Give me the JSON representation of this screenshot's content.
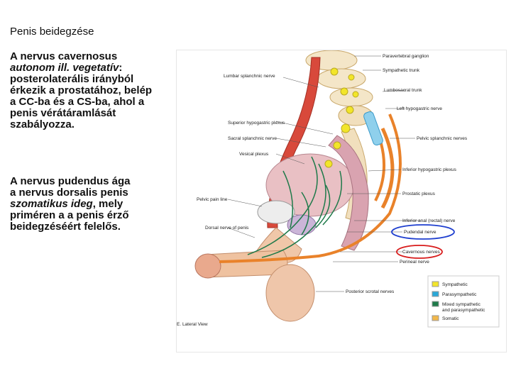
{
  "slide": {
    "title": "Penis beidegzése",
    "para1": {
      "line1": "A nervus cavernosus",
      "line2_italic": "autonom ill. vegetatív",
      "line2_rest": ":",
      "line3": "posterolaterális irányból",
      "line4": "érkezik a prostatához, belép",
      "line5": "a CC-ba és a CS-ba, ahol a",
      "line6": "penis vérátáramlását",
      "line7": "szabályozza."
    },
    "para2": {
      "line1": "A nervus pudendus ága",
      "line2": "a nervus dorsalis penis",
      "line3_italic": "szomatikus ideg",
      "line3_rest": ", mely",
      "line4": "priméren a a penis érző",
      "line5": "beidegzéséért felelős."
    }
  },
  "figure": {
    "labels": {
      "paravertebral": "Paravertebral ganglion",
      "sympathetic_trunk": "Sympathetic trunk",
      "lumbar_splanchnic": "Lumbar splanchnic nerve",
      "lumbosacral_trunk": "Lumbosacral trunk",
      "left_hypogastric": "Left hypogastric nerve",
      "superior_hypogastric": "Superior hypogastric plexus",
      "sacral_splanchnic": "Sacral splanchnic nerve",
      "pelvic_splanchnic": "Pelvic splanchnic nerves",
      "vesical_plexus": "Vesical plexus",
      "inferior_hypogastric": "Inferior hypogastric plexus",
      "prostatic_plexus": "Prostatic plexus",
      "pelvic_pain_line": "Pelvic pain line",
      "inferior_anal": "Inferior anal (rectal) nerve",
      "pudendal": "Pudendal nerve",
      "dorsal_nerve": "Dorsal nerve of penis",
      "cavernous": "Cavernous nerves",
      "perineal": "Perineal nerve",
      "posterior_scrotal": "Posterior scrotal nerves",
      "view": "E. Lateral View"
    },
    "legend": [
      {
        "label": "Sympathetic",
        "color": "#f2e52a"
      },
      {
        "label": "Parasympathetic",
        "color": "#2aa8d8"
      },
      {
        "label": "Mixed sympathetic",
        "color": "#1f7a4a"
      },
      {
        "label": "and parasympathetic",
        "color": ""
      },
      {
        "label": "Somatic",
        "color": "#f2b84a"
      }
    ],
    "highlights": {
      "pudendal_ring_color": "#1f3fcf",
      "cavernous_ring_color": "#d81b1b"
    }
  }
}
